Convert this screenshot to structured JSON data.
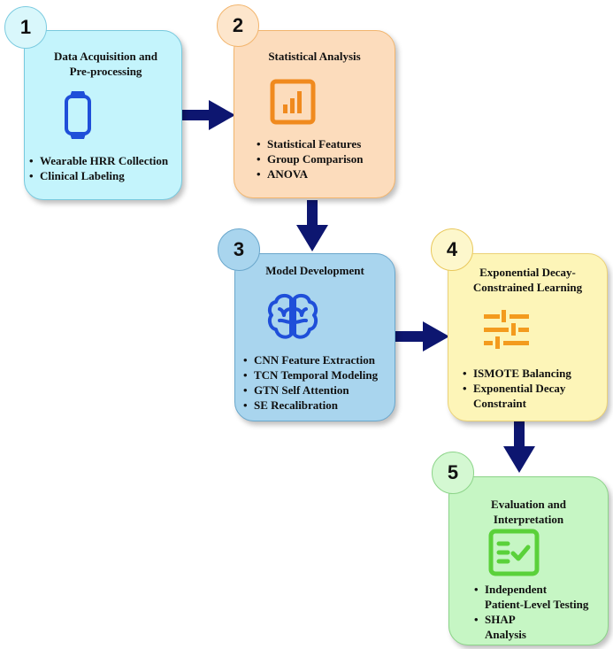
{
  "steps": [
    {
      "number": "1",
      "title": "Data Acquisition and\nPre-processing",
      "icon": "smartwatch-icon",
      "bullets": [
        "Wearable HRR Collection",
        "Clinical Labeling"
      ],
      "colors": {
        "fill": "#c4f4fc",
        "border": "#77c9de",
        "circle": "#d9f7fb",
        "circle_border": "#7ccbe0",
        "icon": "#1f4fd9"
      }
    },
    {
      "number": "2",
      "title": "Statistical Analysis",
      "icon": "bar-chart-icon",
      "bullets": [
        "Statistical Features",
        "Group Comparison",
        "ANOVA"
      ],
      "colors": {
        "fill": "#fcdcbc",
        "border": "#f2b56d",
        "circle": "#fde6cc",
        "circle_border": "#f2b56d",
        "icon": "#f08a1e"
      }
    },
    {
      "number": "3",
      "title": "Model Development",
      "icon": "brain-icon",
      "bullets": [
        "CNN Feature Extraction",
        "TCN Temporal Modeling",
        "GTN Self Attention",
        "SE Recalibration"
      ],
      "colors": {
        "fill": "#a9d5ee",
        "border": "#6aa7cc",
        "circle": "#a9d5ee",
        "circle_border": "#6aa7cc",
        "icon": "#1f4fd9"
      }
    },
    {
      "number": "4",
      "title": "Exponential Decay-\nConstrained Learning",
      "icon": "sliders-icon",
      "bullets": [
        "ISMOTE Balancing",
        "Exponential Decay\nConstraint"
      ],
      "colors": {
        "fill": "#fdf5b8",
        "border": "#ecd276",
        "circle": "#fdf7cc",
        "circle_border": "#e9c85c",
        "icon": "#f39b1e"
      }
    },
    {
      "number": "5",
      "title": "Evaluation and\nInterpretation",
      "icon": "checklist-icon",
      "bullets": [
        "Independent\nPatient-Level Testing",
        "SHAP\nAnalysis"
      ],
      "colors": {
        "fill": "#c6f6c4",
        "border": "#8cd489",
        "circle": "#d4f8d2",
        "circle_border": "#8cd489",
        "icon": "#5ad13a"
      }
    }
  ],
  "arrow_color": "#0d1670"
}
